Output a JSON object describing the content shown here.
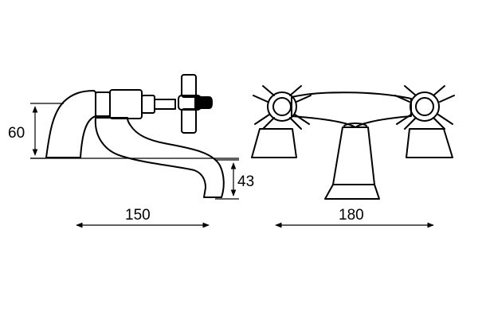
{
  "diagram": {
    "dimensions": {
      "body_height": "60",
      "spout_height": "43",
      "depth": "150",
      "width": "180"
    },
    "colors": {
      "line": "#000000",
      "background": "#ffffff"
    }
  }
}
